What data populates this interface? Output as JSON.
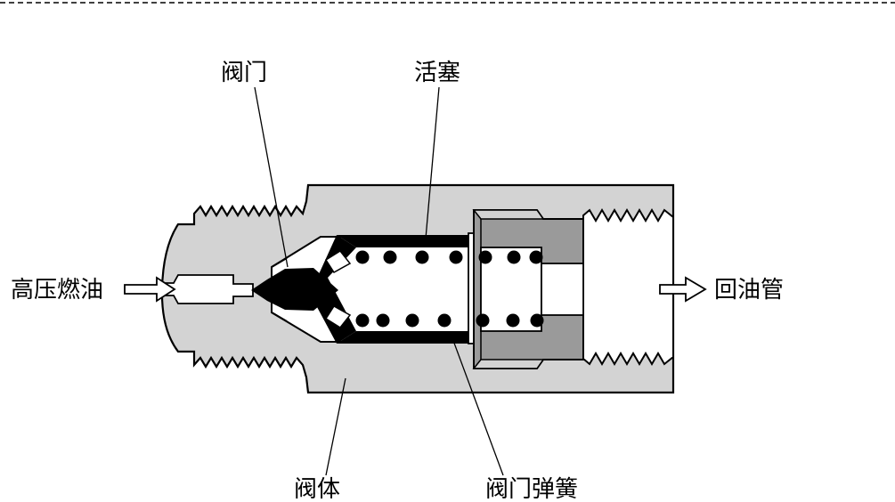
{
  "labels": {
    "valve": "阀门",
    "piston": "活塞",
    "high_pressure_fuel": "高压燃油",
    "return_pipe": "回油管",
    "valve_body": "阀体",
    "valve_spring": "阀门弹簧"
  },
  "colors": {
    "body_fill": "#d3d3d3",
    "insert_fill": "#9a9a9a",
    "dark": "#000000",
    "background": "#ffffff"
  }
}
